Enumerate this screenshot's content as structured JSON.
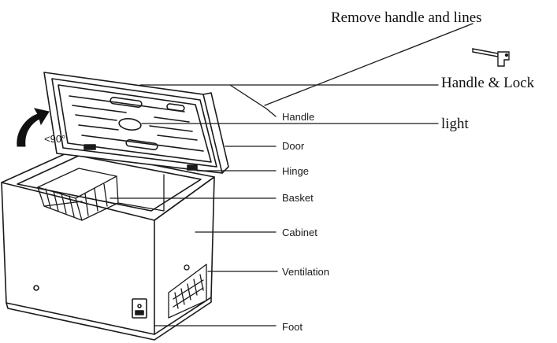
{
  "annotations": {
    "remove_note": "Remove handle and lines",
    "handle_lock": "Handle & Lock",
    "light": "light",
    "angle": "<90°"
  },
  "parts": {
    "handle": "Handle",
    "door": "Door",
    "hinge": "Hinge",
    "basket": "Basket",
    "cabinet": "Cabinet",
    "ventilation": "Ventilation",
    "foot": "Foot"
  },
  "colors": {
    "line": "#1a1a1a",
    "lid_fill": "#ffffff",
    "arrow": "#111111"
  }
}
